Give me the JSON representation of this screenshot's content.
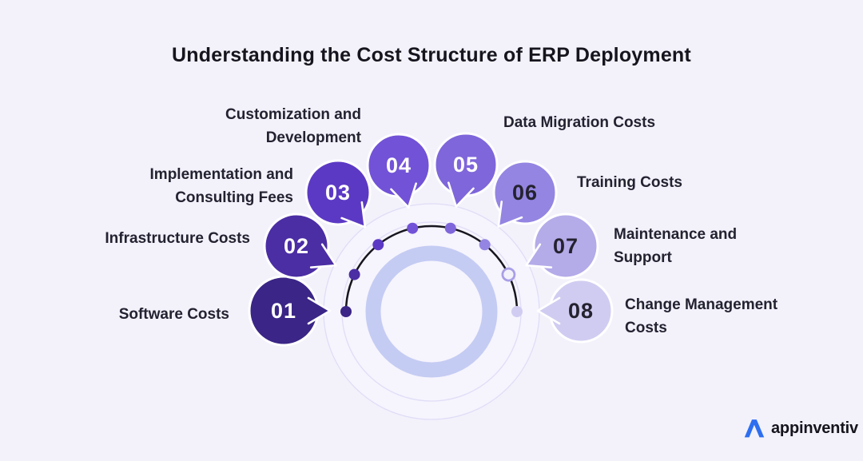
{
  "title": "Understanding the Cost Structure of ERP Deployment",
  "items": [
    {
      "num": "01",
      "lines": [
        "Software Costs"
      ]
    },
    {
      "num": "02",
      "lines": [
        "Infrastructure Costs"
      ]
    },
    {
      "num": "03",
      "lines": [
        "Implementation and",
        "Consulting Fees"
      ]
    },
    {
      "num": "04",
      "lines": [
        "Customization and",
        "Development"
      ]
    },
    {
      "num": "05",
      "lines": [
        "Data Migration Costs"
      ]
    },
    {
      "num": "06",
      "lines": [
        "Training Costs"
      ]
    },
    {
      "num": "07",
      "lines": [
        "Maintenance and",
        "Support"
      ]
    },
    {
      "num": "08",
      "lines": [
        "Change Management",
        "Costs"
      ]
    }
  ],
  "colors": {
    "background": "#f3f2fb",
    "bubbles": [
      "#3b2586",
      "#4b2da4",
      "#5c39c4",
      "#7252d7",
      "#7f66da",
      "#9485e2",
      "#b4abe9",
      "#d0ccf1"
    ],
    "ring": "#c5ccf3",
    "thin_circle": "#dfddf6",
    "arc": "#17161f",
    "dot_hollow_stroke": "#a89fe6",
    "label_text": "#232230",
    "logo_blue": "#2e6ff0"
  },
  "logo": {
    "text": "appinventiv"
  }
}
